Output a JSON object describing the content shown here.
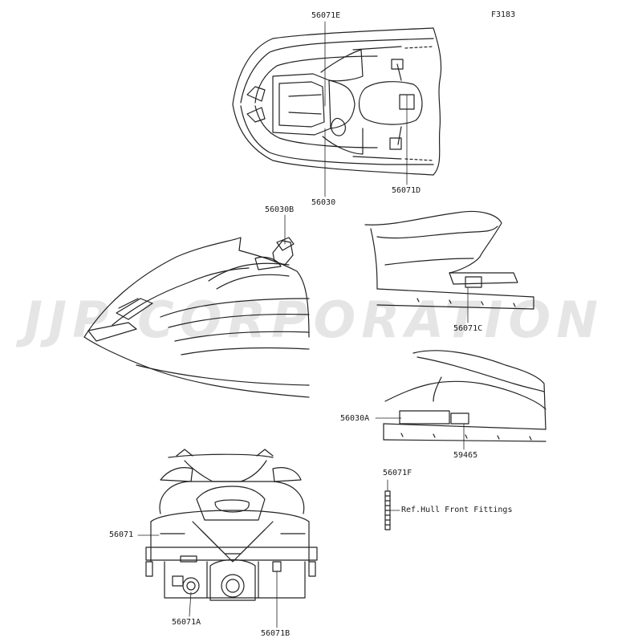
{
  "figure_code": "F3183",
  "watermark": "JJP CORPORATION",
  "parts": {
    "p56071E": "56071E",
    "p56030": "56030",
    "p56071D": "56071D",
    "p56030B": "56030B",
    "p56071C": "56071C",
    "p56030A": "56030A",
    "p59465": "59465",
    "p56071F": "56071F",
    "p56071": "56071",
    "p56071A": "56071A",
    "p56071B": "56071B"
  },
  "reference_note": "Ref.Hull Front Fittings"
}
